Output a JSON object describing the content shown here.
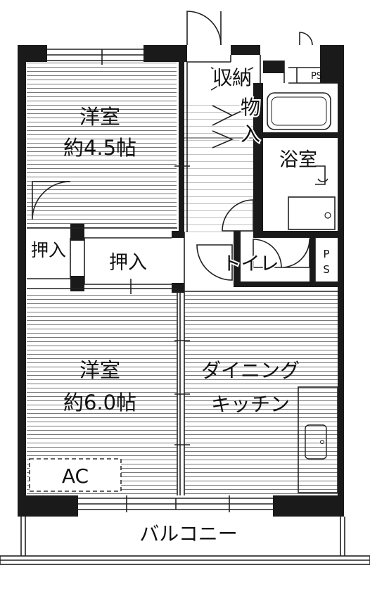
{
  "rooms": {
    "western_small": {
      "name": "洋室",
      "size": "約4.5帖"
    },
    "western_large": {
      "name": "洋室",
      "size": "約6.0帖"
    },
    "dining_kitchen": {
      "line1": "ダイニング",
      "line2": "キッチン"
    },
    "storage": {
      "line1": "収納",
      "line2": "物",
      "line3": "入"
    },
    "bathroom": "浴室",
    "toilet": "トイレ",
    "closet_left": "押入",
    "closet_center": "押入",
    "ps_top": "PS",
    "ps_side_1": "P",
    "ps_side_2": "S",
    "aircon": "AC",
    "balcony": "バルコニー"
  }
}
